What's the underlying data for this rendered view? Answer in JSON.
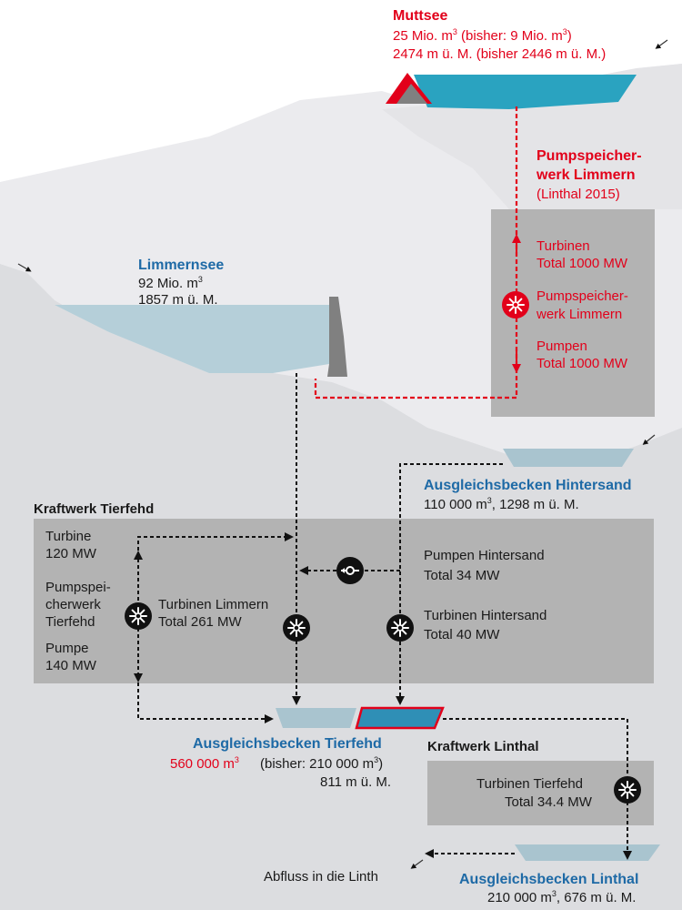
{
  "colors": {
    "sky": "#ffffff",
    "mountain_back": "#e8e8ea",
    "mountain_front": "#dcdde0",
    "water_mutt": "#2aa3c0",
    "water_limmern": "#b5cfd9",
    "basin": "#a9c4cf",
    "basin_new": "#2f8fb6",
    "dam": "#808080",
    "red": "#e2001a",
    "blue": "#1e6aa6",
    "box": "#b3b3b3",
    "icon_dark": "#111111"
  },
  "muttsee": {
    "name": "Muttsee",
    "volume": "25 Mio. m",
    "volume_prev": " (bisher: 9 Mio. m",
    "volume_prev_end": ")",
    "altitude": "2474 m ü. M. (bisher 2446 m ü. M.)"
  },
  "pumpspeicherwerk_limmern": {
    "title_line1": "Pumpspeicher-",
    "title_line2": "werk Limmern",
    "subtitle": "(Linthal 2015)",
    "turbinen_line1": "Turbinen",
    "turbinen_line2": "Total 1000 MW",
    "plant_line1": "Pumpspeicher-",
    "plant_line2": "werk Limmern",
    "pumpen_line1": "Pumpen",
    "pumpen_line2": "Total 1000 MW"
  },
  "limmernsee": {
    "name": "Limmernsee",
    "volume": "92 Mio. m",
    "altitude": "1857 m ü. M."
  },
  "hintersand": {
    "name": "Ausgleichsbecken Hintersand",
    "info": "110 000 m",
    "info_rest": ", 1298 m ü. M."
  },
  "tierfehd_plant": {
    "title": "Kraftwerk Tierfehd",
    "turbine_line1": "Turbine",
    "turbine_line2": "120 MW",
    "pump_plant_line1": "Pumpspei-",
    "pump_plant_line2": "cherwerk",
    "pump_plant_line3": "Tierfehd",
    "pumpe_line1": "Pumpe",
    "pumpe_line2": "140 MW",
    "turbinen_limmern_line1": "Turbinen Limmern",
    "turbinen_limmern_line2": "Total 261 MW",
    "pumpen_hintersand_line1": "Pumpen Hintersand",
    "pumpen_hintersand_line2": "Total 34 MW",
    "turbinen_hintersand_line1": "Turbinen Hintersand",
    "turbinen_hintersand_line2": "Total 40 MW"
  },
  "tierfehd_basin": {
    "name": "Ausgleichsbecken Tierfehd",
    "volume": "560 000 m",
    "volume_prev": "(bisher: 210 000 m",
    "volume_prev_end": ")",
    "altitude": "811 m ü. M."
  },
  "linthal_plant": {
    "title": "Kraftwerk Linthal",
    "turbinen_line1": "Turbinen Tierfehd",
    "turbinen_line2": "Total 34.4 MW"
  },
  "linthal_basin": {
    "name": "Ausgleichsbecken Linthal",
    "info": "210 000 m",
    "info_rest": ", 676 m ü. M."
  },
  "outflow": "Abfluss in die Linth",
  "unit_sup": "3"
}
